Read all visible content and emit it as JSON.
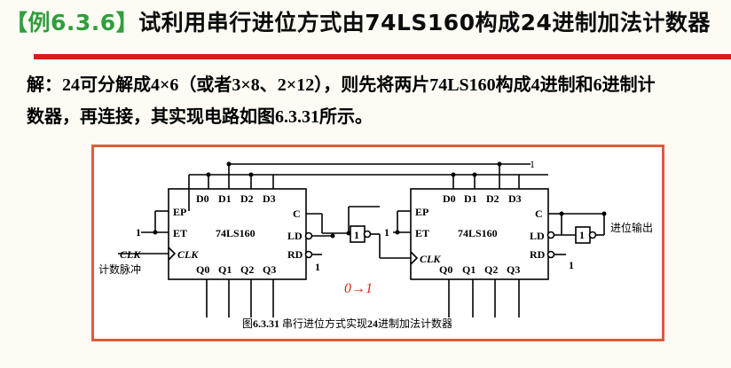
{
  "title": {
    "tag": "【例6.3.6】",
    "text": "试利用串行进位方式由74LS160构成24进制加法计数器"
  },
  "solution": {
    "line1": "解：24可分解成4×6（或者3×8、2×12），则先将两片74LS160构成4进制和6进制计",
    "line2": "数器，再连接，其实现电路如图6.3.31所示。"
  },
  "figure": {
    "caption_prefix": "图",
    "caption_number": "6.3.31",
    "caption_mid": " 串行进位方式实现",
    "caption_bold": "24",
    "caption_end": "进制加法计数器",
    "top_one": "1",
    "chip_left": {
      "name": "74LS160",
      "ep": "EP",
      "et": "ET",
      "clk": "CLK",
      "c": "C",
      "ld": "LD",
      "rd": "RD",
      "d_inputs": [
        "D0",
        "D1",
        "D2",
        "D3"
      ],
      "q_outputs": [
        "Q0",
        "Q1",
        "Q2",
        "Q3"
      ],
      "et_one": "1",
      "rd_one": "1",
      "clk_input_label": "CLK",
      "pulse_label": "计数脉冲"
    },
    "chip_right": {
      "name": "74LS160",
      "ep": "EP",
      "et": "ET",
      "clk": "CLK",
      "c": "C",
      "ld": "LD",
      "rd": "RD",
      "d_inputs": [
        "D0",
        "D1",
        "D2",
        "D3"
      ],
      "q_outputs": [
        "Q0",
        "Q1",
        "Q2",
        "Q3"
      ],
      "et_one": "1",
      "rd_one": "1",
      "carry_label": "进位输出"
    },
    "inverter_label": "1",
    "handwritten_note": "0→1"
  },
  "colors": {
    "tag": "#2f9e3c",
    "rule": "#d81c17",
    "frame": "#e05a3a",
    "note": "#e0201a"
  }
}
